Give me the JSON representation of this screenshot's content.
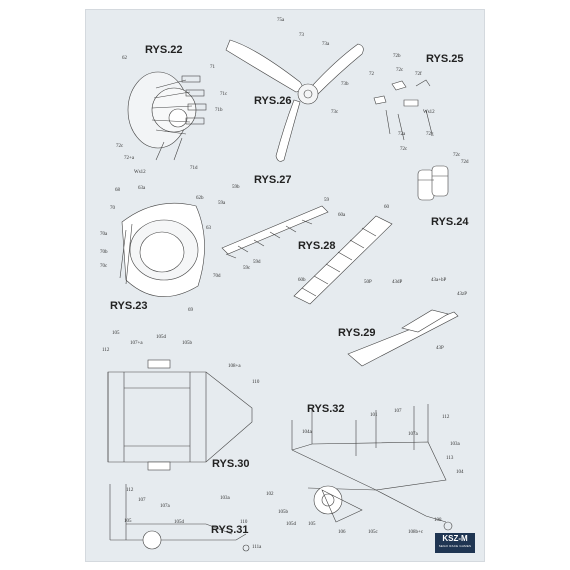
{
  "figures": [
    {
      "id": "rys22",
      "label": "RYS.22"
    },
    {
      "id": "rys23",
      "label": "RYS.23"
    },
    {
      "id": "rys24",
      "label": "RYS.24"
    },
    {
      "id": "rys25",
      "label": "RYS.25"
    },
    {
      "id": "rys26",
      "label": "RYS.26"
    },
    {
      "id": "rys27",
      "label": "RYS.27"
    },
    {
      "id": "rys28",
      "label": "RYS.28"
    },
    {
      "id": "rys29",
      "label": "RYS.29"
    },
    {
      "id": "rys30",
      "label": "RYS.30"
    },
    {
      "id": "rys31",
      "label": "RYS.31"
    },
    {
      "id": "rys32",
      "label": "RYS.32"
    }
  ],
  "part_labels": {
    "p62": "62",
    "p71": "71",
    "p71c": "71c",
    "p71b": "71b",
    "p72c_a": "72c",
    "p72a_a": "72+a",
    "pWs12_a": "Ws12",
    "p71d": "71d",
    "p75a": "75a",
    "p73": "73",
    "p73a": "73a",
    "p73b": "73b",
    "p73c": "73c",
    "p72b": "72b",
    "p72c_b": "72c",
    "p72_a": "72",
    "p72f": "72f",
    "p72g": "72g",
    "p72a_b": "72a",
    "p72c_c": "72c",
    "pWs12_b": "Ws12",
    "p72c_d": "72c",
    "p72d": "72d",
    "p59b": "59b",
    "p59a": "59a",
    "p59": "59",
    "p59c": "59c",
    "p59d": "59d",
    "p60": "60",
    "p60a": "60a",
    "p60b": "60b",
    "p68": "68",
    "p63a": "63a",
    "p62b": "62b",
    "p63": "63",
    "p70": "70",
    "p70a": "70a",
    "p70b": "70b",
    "p70c": "70c",
    "p70d": "70d",
    "p69": "69",
    "p50p": "50P",
    "p43dp": "43dP",
    "p43abp": "43a+bP",
    "p43zp": "43zP",
    "p43p": "43P",
    "p105_a": "105",
    "p107a_a": "107+a",
    "p105d_a": "105d",
    "p105b_a": "105b",
    "p112_a": "112",
    "p108a": "108+a",
    "p110_a": "110",
    "p112_b": "112",
    "p107_a": "107",
    "p107a_b": "107a",
    "p103a_a": "103a",
    "p105_b": "105",
    "p105d_b": "105d",
    "p110_b": "110",
    "p111a": "111a",
    "p101": "101",
    "p107_b": "107",
    "p112_c": "112",
    "p104a": "104a",
    "p107a_c": "107a",
    "p103a_b": "103a",
    "p113": "113",
    "p104": "104",
    "p102": "102",
    "p105b_b": "105b",
    "p105d_c": "105d",
    "p105_c": "105",
    "p106": "106",
    "p105c": "105c",
    "p108b": "108b+c",
    "p108": "108"
  },
  "logo": {
    "brand": "KSZ-M",
    "sub": "SEGO RACE GAMES"
  },
  "colors": {
    "sheet": "#e6ebef",
    "line": "#333333",
    "logo": "#1f3552"
  }
}
